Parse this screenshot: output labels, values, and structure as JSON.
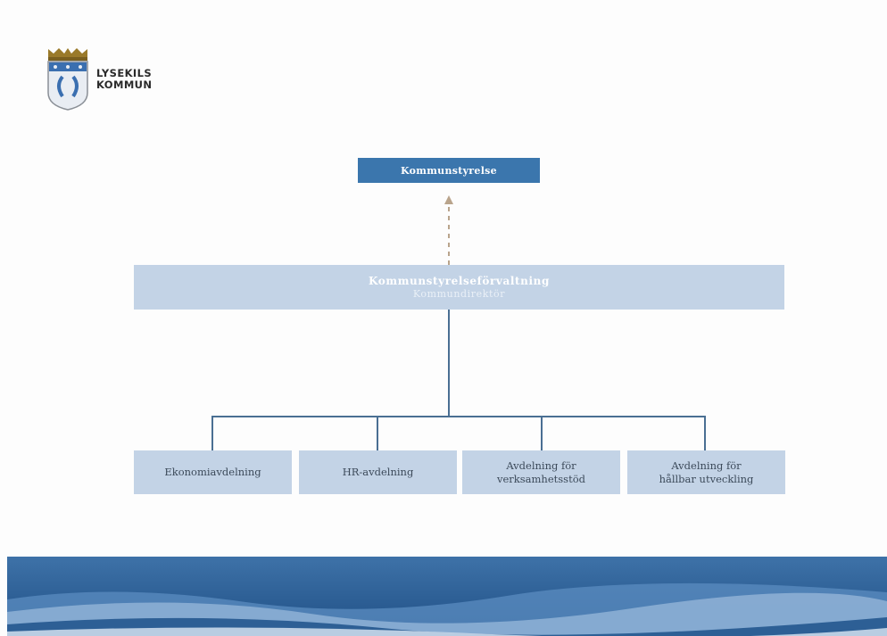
{
  "logo": {
    "line1": "LYSEKILS",
    "line2": "KOMMUN",
    "icon": "coat-of-arms-icon"
  },
  "chart": {
    "top": "Kommunstyrelse",
    "middle": {
      "title": "Kommunstyrelseförvaltning",
      "subtitle": "Kommundirektör"
    },
    "departments": [
      {
        "line1": "Ekonomiavdelning",
        "line2": ""
      },
      {
        "line1": "HR-avdelning",
        "line2": ""
      },
      {
        "line1": "Avdelning för",
        "line2": "verksamhetsstöd"
      },
      {
        "line1": "Avdelning för",
        "line2": "hållbar utveckling"
      }
    ]
  },
  "colors": {
    "top_box": "#3b76ad",
    "light_box": "#c3d3e6",
    "connector": "#4a6f93",
    "dashed_arrow": "#b9a48c",
    "wave_dark": "#2d5f95",
    "wave_light": "#8fb2d6"
  }
}
